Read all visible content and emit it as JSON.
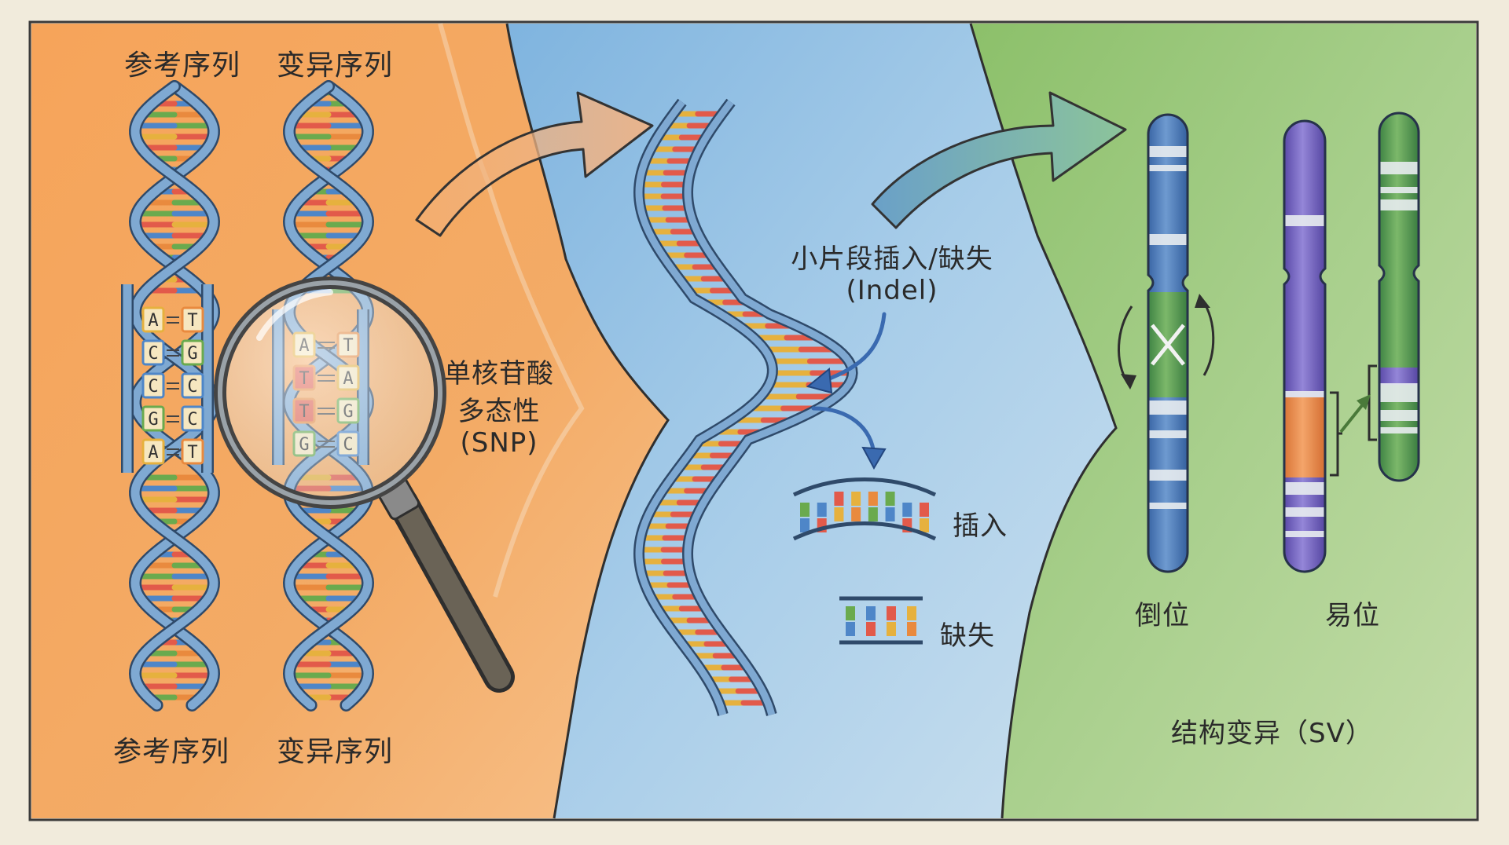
{
  "colors": {
    "panel_snp": "#f4a45c",
    "panel_indel": "#9cc8e8",
    "panel_sv": "#9ec87e",
    "strand": "#5a8ab8",
    "base_red": "#e25a4a",
    "base_green": "#6aaa4e",
    "base_yellow": "#e6b13e",
    "base_blue": "#4e86c8",
    "base_orange": "#e98a3e",
    "chrom_blue": "#4e78b4",
    "chrom_green": "#5c9c52",
    "chrom_purple": "#7a6ac4",
    "chrom_orange": "#e68a48"
  },
  "snp": {
    "ref_top": "参考序列",
    "var_top": "变异序列",
    "ref_bottom": "参考序列",
    "var_bottom": "变异序列",
    "label_line1": "单核苷酸",
    "label_line2": "多态性",
    "label_line3": "(SNP)",
    "ref_pairs": [
      {
        "left": "A",
        "right": "T"
      },
      {
        "left": "C",
        "right": "G"
      },
      {
        "left": "C",
        "right": "C"
      },
      {
        "left": "G",
        "right": "C"
      },
      {
        "left": "A",
        "right": "T"
      }
    ],
    "var_pairs": [
      {
        "left": "A",
        "right": "T"
      },
      {
        "left": "T",
        "right": "A"
      },
      {
        "left": "T",
        "right": "G"
      },
      {
        "left": "G",
        "right": "C"
      }
    ],
    "magnifier_icon": "magnifying-glass-icon"
  },
  "indel": {
    "label_line1": "小片段插入/缺失",
    "label_line2": "(Indel)",
    "insert_label": "插入",
    "delete_label": "缺失"
  },
  "sv": {
    "inversion_label": "倒位",
    "translocation_label": "易位",
    "title": "结构变异（SV）"
  }
}
